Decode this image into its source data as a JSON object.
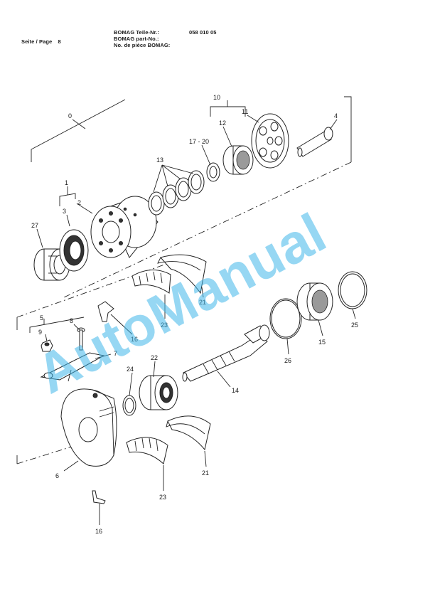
{
  "header": {
    "page_label": "Seite / Page",
    "page_number": "8",
    "part_no_labels": [
      "BOMAG Teile-Nr.:",
      "BOMAG part-No.:",
      "No. de pièce BOMAG:"
    ],
    "part_no_value": "058 010 05"
  },
  "watermark": "AutoManual",
  "callouts": {
    "c0": "0",
    "c1": "1",
    "c2": "2",
    "c3": "3",
    "c4": "4",
    "c5": "5",
    "c6": "6",
    "c7": "7",
    "c8": "8",
    "c9": "9",
    "c10": "10",
    "c11": "11",
    "c12": "12",
    "c13": "13",
    "c14": "14",
    "c15": "15",
    "c16a": "16",
    "c16b": "16",
    "c1720": "17 - 20",
    "c21a": "21",
    "c21b": "21",
    "c22": "22",
    "c23a": "23",
    "c23b": "23",
    "c24": "24",
    "c25": "25",
    "c26": "26",
    "c27": "27"
  }
}
